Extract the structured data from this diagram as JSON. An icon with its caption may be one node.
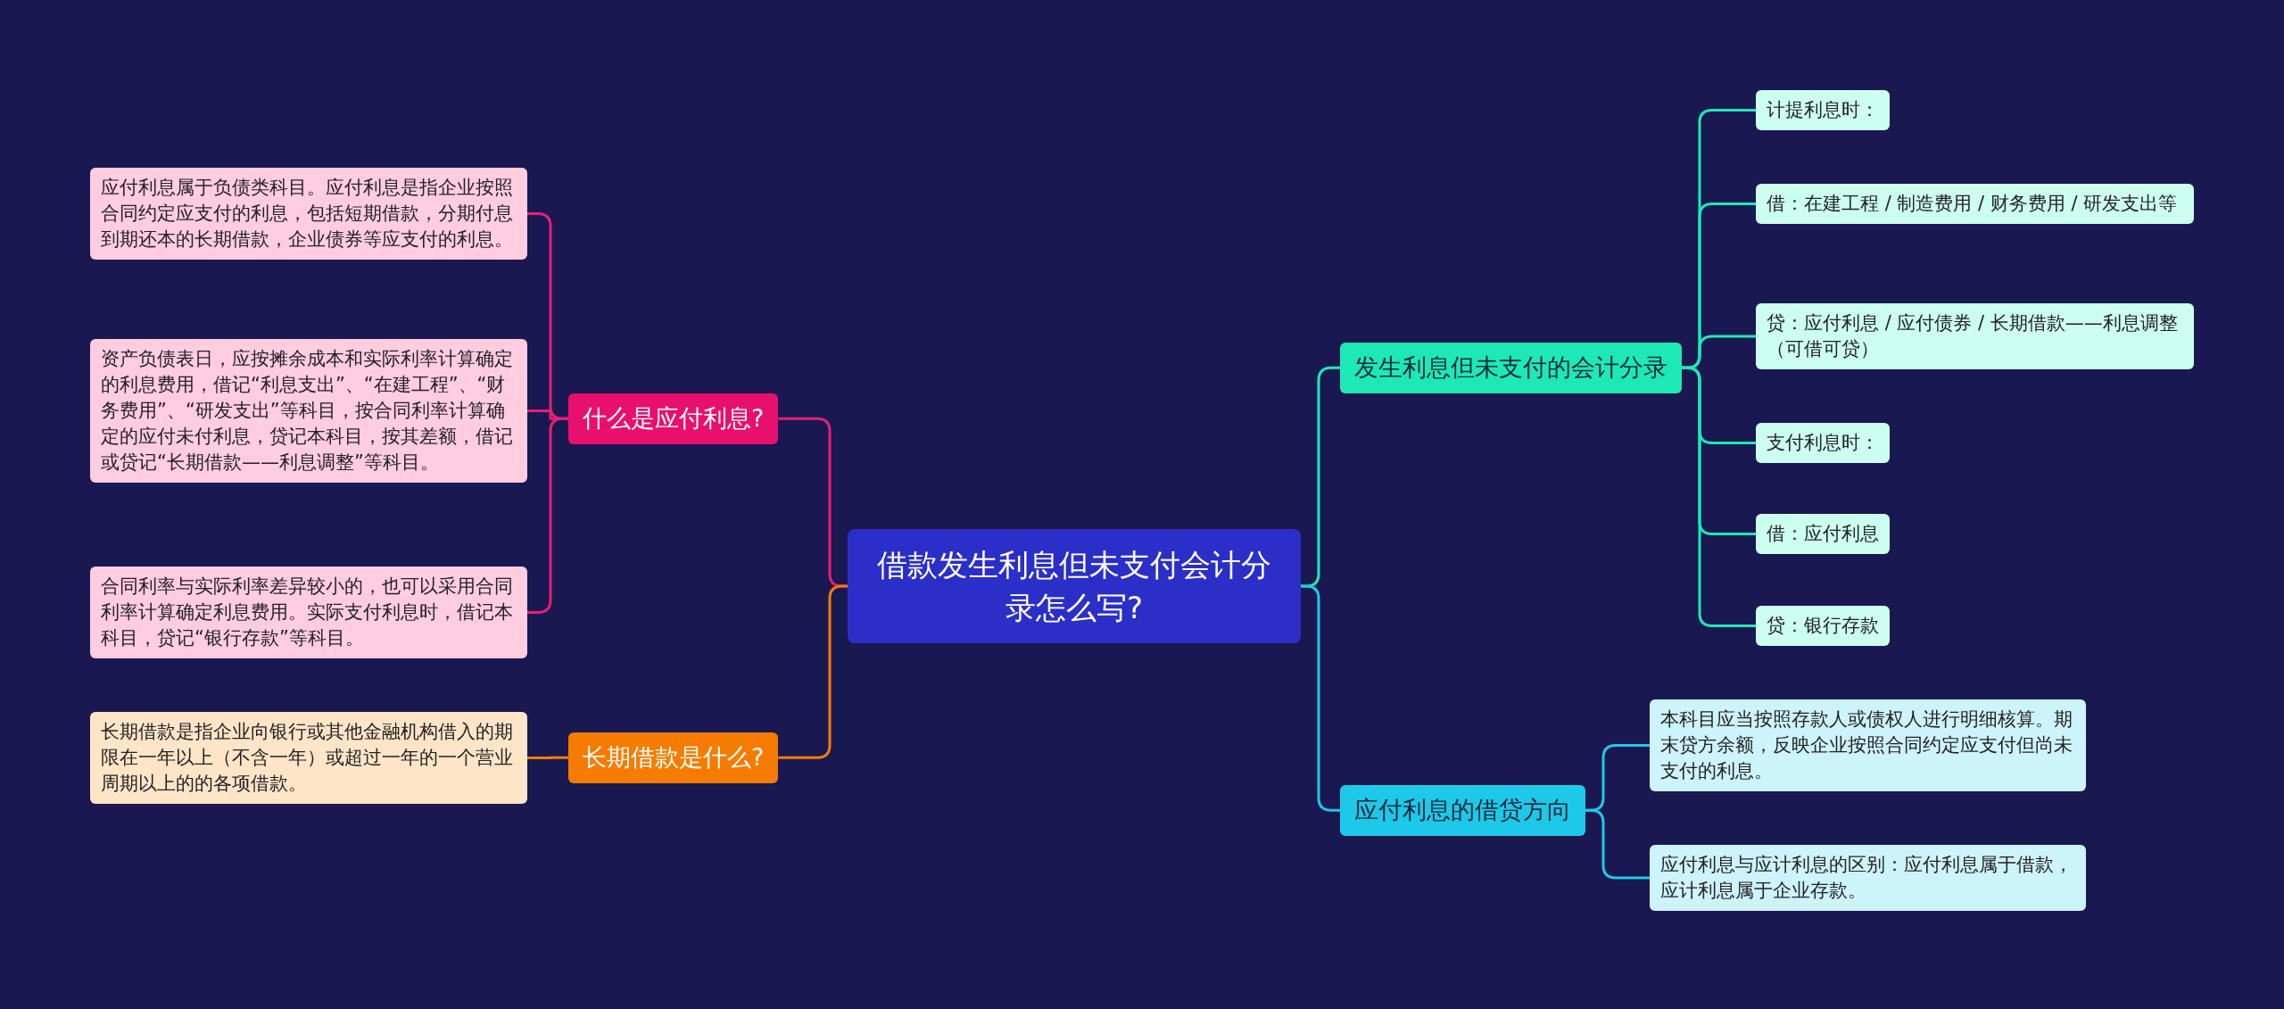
{
  "diagram": {
    "nodes": [
      {
        "text": [
          "借款发生利息但未支付会计分录怎么写?"
        ]
      },
      {
        "text": [
          "什么是应付利息?"
        ]
      },
      {
        "text": [
          "长期借款是什么?"
        ]
      },
      {
        "text": [
          "应付利息属于负债类科目。应付利息是指企业按照合同约定应支付的利息，包括短期借款，分期付息到期还本的长期借款，企业债券等应支付的利息。"
        ]
      },
      {
        "text": [
          "资产负债表日，应按摊余成本和实际利率计算确定的利息费用，借记“利息支出”、“在建工程”、“财务费用”、“研发支出”等科目，按合同利率计算确定的应付未付利息，贷记本科目，按其差额，借记或贷记“长期借款——利息调整”等科目。"
        ]
      },
      {
        "text": [
          "合同利率与实际利率差异较小的，也可以采用合同利率计算确定利息费用。实际支付利息时，借记本科目，贷记“银行存款”等科目。"
        ]
      },
      {
        "text": [
          "长期借款是指企业向银行或其他金融机构借入的期限在一年以上（不含一年）或超过一年的一个营业周期以上的的各项借款。"
        ]
      },
      {
        "text": [
          "发生利息但未支付的会计分录"
        ]
      },
      {
        "text": [
          "应付利息的借贷方向"
        ]
      },
      {
        "text": [
          "计提利息时："
        ]
      },
      {
        "text": [
          "借：在建工程 / 制造费用 / 财务费用 / 研发支出等"
        ]
      },
      {
        "text": [
          "贷：应付利息 / 应付债券 / 长期借款——利息调整（可借可贷）"
        ]
      },
      {
        "text": [
          "支付利息时："
        ]
      },
      {
        "text": [
          "借：应付利息"
        ]
      },
      {
        "text": [
          "贷：银行存款"
        ]
      },
      {
        "text": [
          "本科目应当按照存款人或债权人进行明细核算。期末贷方余额，反映企业按照合同约定应支付但尚未支付的利息。"
        ]
      },
      {
        "text": [
          "应付利息与应计利息的区别：应付利息属于借款，应计利息属于企业存款。"
        ]
      }
    ],
    "edges": [
      {
        "from": 0,
        "to": 1,
        "arrow": "none",
        "color": "#e91e73"
      },
      {
        "from": 1,
        "to": 3,
        "arrow": "none",
        "color": "#e91e73"
      },
      {
        "from": 1,
        "to": 4,
        "arrow": "none",
        "color": "#e91e73"
      },
      {
        "from": 1,
        "to": 5,
        "arrow": "none",
        "color": "#e91e73"
      },
      {
        "from": 0,
        "to": 2,
        "arrow": "none",
        "color": "#f57c00"
      },
      {
        "from": 2,
        "to": 6,
        "arrow": "none",
        "color": "#f57c00"
      },
      {
        "from": 0,
        "to": 7,
        "arrow": "none",
        "color": "#1de9b6"
      },
      {
        "from": 7,
        "to": 9,
        "arrow": "none",
        "color": "#1de9b6"
      },
      {
        "from": 7,
        "to": 10,
        "arrow": "none",
        "color": "#1de9b6"
      },
      {
        "from": 7,
        "to": 11,
        "arrow": "none",
        "color": "#1de9b6"
      },
      {
        "from": 7,
        "to": 12,
        "arrow": "none",
        "color": "#1de9b6"
      },
      {
        "from": 7,
        "to": 13,
        "arrow": "none",
        "color": "#1de9b6"
      },
      {
        "from": 7,
        "to": 14,
        "arrow": "none",
        "color": "#1de9b6"
      },
      {
        "from": 0,
        "to": 8,
        "arrow": "none",
        "color": "#1ec8e8"
      },
      {
        "from": 8,
        "to": 15,
        "arrow": "none",
        "color": "#1ec8e8"
      },
      {
        "from": 8,
        "to": 16,
        "arrow": "none",
        "color": "#1ec8e8"
      }
    ]
  }
}
